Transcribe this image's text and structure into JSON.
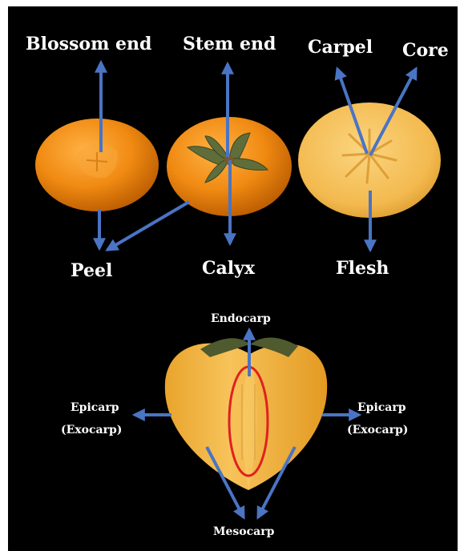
{
  "labels": {
    "blossom_end": "Blossom end",
    "stem_end": "Stem end",
    "carpel": "Carpel",
    "core": "Core",
    "peel": "Peel",
    "calyx": "Calyx",
    "flesh": "Flesh",
    "endocarp": "Endocarp",
    "epicarp_left_1": "Epicarp",
    "epicarp_left_2": "(Exocarp)",
    "epicarp_right_1": "Epicarp",
    "epicarp_right_2": "(Exocarp)",
    "mesocarp": "Mesocarp"
  },
  "colors": {
    "background": "#000000",
    "frame": "#ffffff",
    "arrow": "#4a74c4",
    "fruit_orange": "#f08a12",
    "fruit_flesh": "#f6c15e",
    "calyx_green": "#5f6d3a",
    "highlight_outline": "#e02020"
  }
}
